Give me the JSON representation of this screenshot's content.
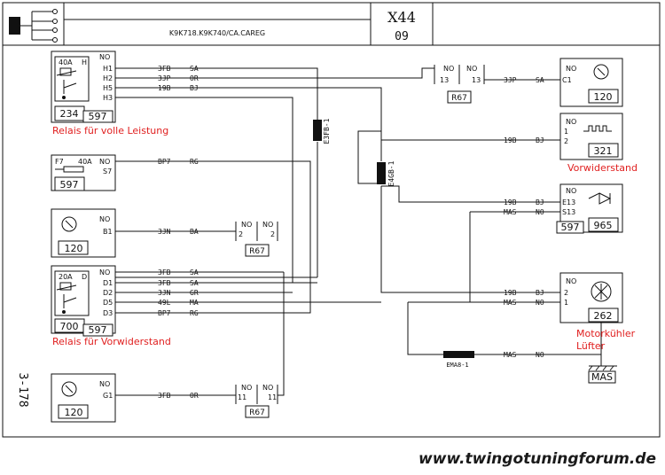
{
  "header": {
    "model": "K9K718.K9K740/CA.CAREG",
    "sheet": "X44",
    "sheet_num": "09"
  },
  "side_label": "3-178",
  "watermark": "www.twingotuningforum.de",
  "notes": {
    "relay_full": "Relais für volle Leistung",
    "relay_pre": "Relais für Vorwiderstand",
    "resistor": "Vorwiderstand",
    "fan1": "Motorkühler",
    "fan2": "Lüfter"
  },
  "components": {
    "r234": {
      "code": "234",
      "conn": "597",
      "rating": "40A",
      "type": "H",
      "pins": [
        "NO",
        "H1",
        "H2",
        "H5",
        "H3"
      ]
    },
    "f7": {
      "name": "F7",
      "rating": "40A",
      "pin_no": "NO",
      "pin": "S7",
      "conn": "597"
    },
    "c120a": {
      "code": "120",
      "pin_no": "NO",
      "pin": "B1"
    },
    "r700": {
      "code": "700",
      "conn": "597",
      "rating": "20A",
      "type": "D",
      "pins": [
        "NO",
        "D1",
        "D2",
        "D5",
        "D3"
      ]
    },
    "c120b": {
      "code": "120",
      "pin_no": "NO",
      "pin": "G1"
    },
    "c120c": {
      "code": "120",
      "pin_no": "NO",
      "pin": "C1"
    },
    "c321": {
      "code": "321",
      "pins": [
        "NO",
        "1",
        "2"
      ]
    },
    "c965": {
      "code": "965",
      "conn": "597",
      "pins": [
        "NO",
        "E13",
        "S13"
      ]
    },
    "c262": {
      "code": "262",
      "pins": [
        "NO",
        "2",
        "1"
      ]
    },
    "r67a": {
      "label": "R67",
      "left_no": "NO",
      "right_no": "NO",
      "left": "13",
      "right": "13"
    },
    "r67b": {
      "label": "R67",
      "left_no": "NO",
      "right_no": "NO",
      "left": "2",
      "right": "2"
    },
    "r67c": {
      "label": "R67",
      "left_no": "NO",
      "right_no": "NO",
      "left": "11",
      "right": "11"
    },
    "splice_e3fb": "E3FB-1",
    "splice_e4gb": "E4GB-1",
    "splice_ema8": "EMA8-1",
    "ground": "MAS"
  },
  "wires": {
    "h1": {
      "num": "3FB",
      "color": "SA"
    },
    "h2": {
      "num": "3JP",
      "color": "OR"
    },
    "h5": {
      "num": "19B",
      "color": "BJ"
    },
    "s7": {
      "num": "BP7",
      "color": "RG"
    },
    "b1": {
      "num": "3JN",
      "color": "BA"
    },
    "d_no": {
      "num": "3FB",
      "color": "SA"
    },
    "d1": {
      "num": "3FB",
      "color": "SA"
    },
    "d2": {
      "num": "3JN",
      "color": "GR"
    },
    "d5": {
      "num": "49L",
      "color": "MA"
    },
    "d3": {
      "num": "BP7",
      "color": "RG"
    },
    "g1": {
      "num": "3FB",
      "color": "OR"
    },
    "c1": {
      "num": "3JP",
      "color": "SA"
    },
    "r321": {
      "num": "19B",
      "color": "BJ"
    },
    "e13": {
      "num": "19B",
      "color": "BJ"
    },
    "s13": {
      "num": "MAS",
      "color": "NO"
    },
    "f2": {
      "num": "19B",
      "color": "BJ"
    },
    "f1": {
      "num": "MAS",
      "color": "NO"
    },
    "gnd": {
      "num": "MAS",
      "color": "NO"
    }
  }
}
